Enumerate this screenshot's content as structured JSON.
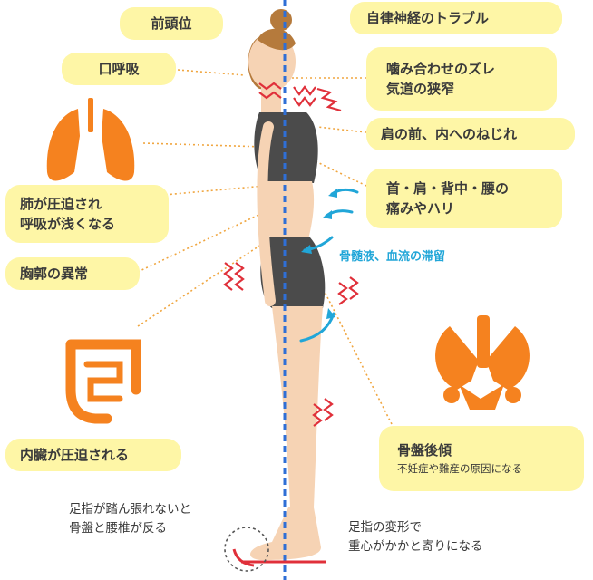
{
  "labels": {
    "forward_head": "前頭位",
    "mouth_breathing": "口呼吸",
    "lungs_line1": "肺が圧迫され",
    "lungs_line2": "呼吸が浅くなる",
    "thorax": "胸郭の異常",
    "viscera": "内臓が圧迫される",
    "toes_line1": "足指が踏ん張れないと",
    "toes_line2": "骨盤と腰椎が反る",
    "autonomic": "自律神経のトラブル",
    "bite_line1": "噛み合わせのズレ",
    "bite_line2": "気道の狭窄",
    "shoulder_twist": "肩の前、内へのねじれ",
    "pain_line1": "首・肩・背中・腰の",
    "pain_line2": "痛みやハリ",
    "fluid_flow": "骨髄液、血流の滞留",
    "pelvis_title": "骨盤後傾",
    "pelvis_sub": "不妊症や難産の原因になる",
    "foot_line1": "足指の変形で",
    "foot_line2": "重心がかかと寄りになる"
  },
  "colors": {
    "label_bg": "#fef6a6",
    "organ": "#f5821f",
    "center_line": "#2f6fd6",
    "flow_arrow": "#21a6d8",
    "stress_mark": "#e0303a",
    "skin": "#f6d3b4",
    "clothing": "#4b4b4b",
    "hair": "#b57a3c"
  },
  "icons": [
    "lungs-icon",
    "intestine-icon",
    "pelvis-icon"
  ]
}
